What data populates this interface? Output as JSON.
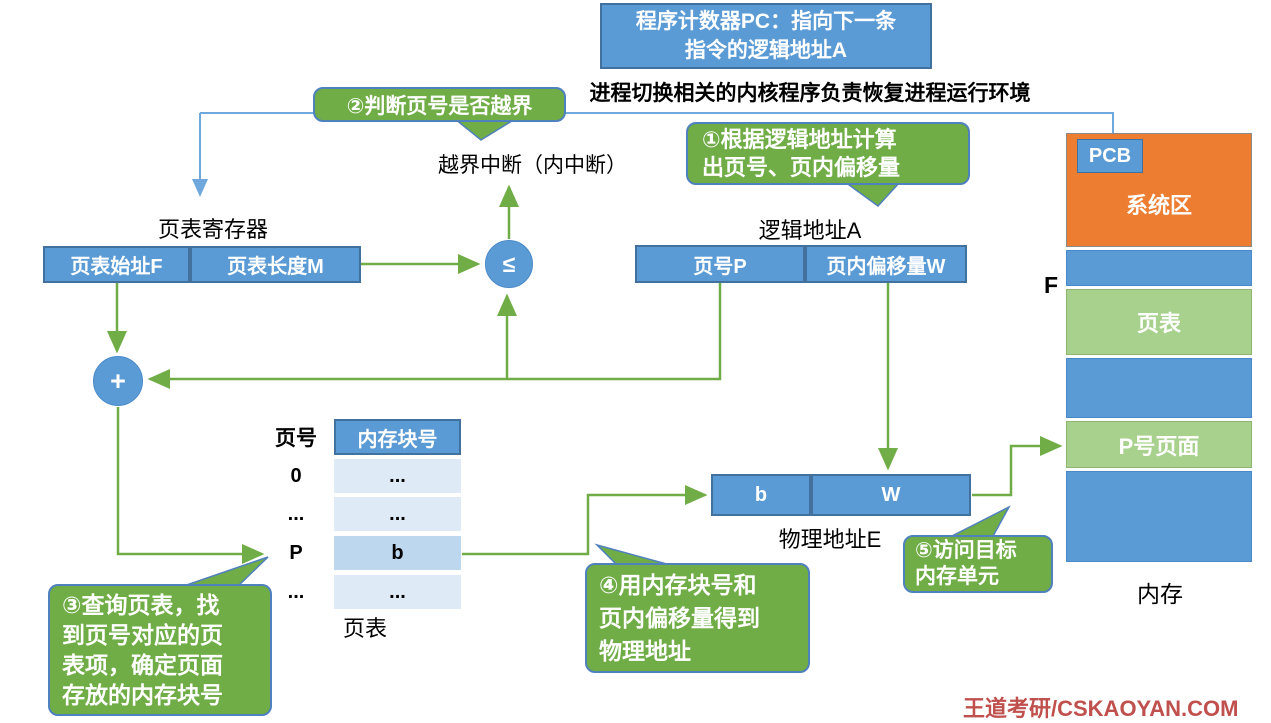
{
  "colors": {
    "box_blue": "#5b9bd5",
    "callout_green": "#70ad47",
    "arrow_green": "#70ad47",
    "line_blue": "#6fa8dc",
    "memory_orange": "#ed7d31",
    "memory_light_green": "#a9d18e",
    "table_cell": "#deebf7",
    "table_cell_highlight": "#bdd7ee",
    "watermark_red": "#c0504d"
  },
  "pc_note": {
    "lines": [
      "程序计数器PC：指向下一条",
      "指令的逻辑地址A"
    ]
  },
  "kernel_note": "进程切换相关的内核程序负责恢复进程运行环境",
  "interrupt_label": "越界中断（内中断）",
  "steps": {
    "s1": {
      "lines": [
        "①根据逻辑地址计算",
        "出页号、页内偏移量"
      ]
    },
    "s2": {
      "lines": [
        "②判断页号是否越界"
      ]
    },
    "s3": {
      "lines": [
        "③查询页表，找",
        "到页号对应的页",
        "表项，确定页面",
        "存放的内存块号"
      ]
    },
    "s4": {
      "lines": [
        "④用内存块号和",
        "页内偏移量得到",
        "物理地址"
      ]
    },
    "s5": {
      "lines": [
        "⑤访问目标",
        "内存单元"
      ]
    }
  },
  "page_table_register": {
    "title": "页表寄存器",
    "base": "页表始址F",
    "length": "页表长度M"
  },
  "logical_address": {
    "title": "逻辑地址A",
    "page": "页号P",
    "offset": "页内偏移量W"
  },
  "comparator": "≤",
  "adder": "+",
  "page_table": {
    "col1_header": "页号",
    "col2_header": "内存块号",
    "rows": [
      [
        "0",
        "..."
      ],
      [
        "...",
        "..."
      ],
      [
        "P",
        "b"
      ],
      [
        "...",
        "..."
      ]
    ],
    "caption": "页表"
  },
  "physical_address": {
    "block": "b",
    "offset": "W",
    "label": "物理地址E"
  },
  "memory": {
    "pcb": "PCB",
    "f_label": "F",
    "blocks": [
      {
        "label": "系统区",
        "type": "orange"
      },
      {
        "label": "",
        "type": "blue"
      },
      {
        "label": "页表",
        "type": "green"
      },
      {
        "label": "",
        "type": "blue"
      },
      {
        "label": "P号页面",
        "type": "green"
      },
      {
        "label": "",
        "type": "blue"
      }
    ],
    "caption": "内存"
  },
  "watermark": "王道考研/CSKAOYAN.COM"
}
